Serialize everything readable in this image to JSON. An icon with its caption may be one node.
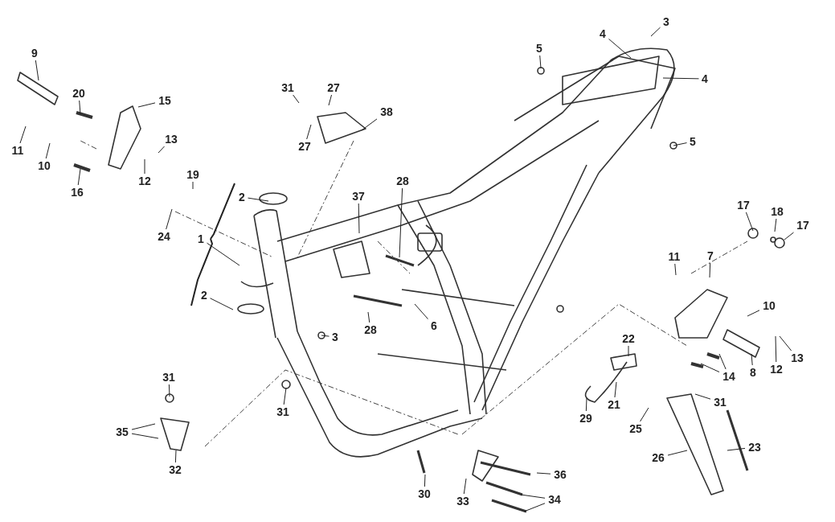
{
  "diagram": {
    "nodes": [
      {
        "text": [
          "9"
        ]
      },
      {
        "text": [
          "20"
        ]
      },
      {
        "text": [
          "15"
        ]
      },
      {
        "text": [
          "11"
        ]
      },
      {
        "text": [
          "10"
        ]
      },
      {
        "text": [
          "13"
        ]
      },
      {
        "text": [
          "12"
        ]
      },
      {
        "text": [
          "16"
        ]
      },
      {
        "text": [
          "19"
        ]
      },
      {
        "text": [
          "2"
        ]
      },
      {
        "text": [
          "24"
        ]
      },
      {
        "text": [
          "1"
        ]
      },
      {
        "text": [
          "2"
        ]
      },
      {
        "text": [
          "31"
        ]
      },
      {
        "text": [
          "27"
        ]
      },
      {
        "text": [
          "38"
        ]
      },
      {
        "text": [
          "27"
        ]
      },
      {
        "text": [
          "37"
        ]
      },
      {
        "text": [
          "28"
        ]
      },
      {
        "text": [
          "6"
        ]
      },
      {
        "text": [
          "28"
        ]
      },
      {
        "text": [
          "3"
        ]
      },
      {
        "text": [
          "4"
        ]
      },
      {
        "text": [
          "3"
        ]
      },
      {
        "text": [
          "5"
        ]
      },
      {
        "text": [
          "4"
        ]
      },
      {
        "text": [
          "5"
        ]
      },
      {
        "text": [
          "17"
        ]
      },
      {
        "text": [
          "18"
        ]
      },
      {
        "text": [
          "17"
        ]
      },
      {
        "text": [
          "11"
        ]
      },
      {
        "text": [
          "7"
        ]
      },
      {
        "text": [
          "10"
        ]
      },
      {
        "text": [
          "13"
        ]
      },
      {
        "text": [
          "12"
        ]
      },
      {
        "text": [
          "8"
        ]
      },
      {
        "text": [
          "14"
        ]
      },
      {
        "text": [
          "22"
        ]
      },
      {
        "text": [
          "21"
        ]
      },
      {
        "text": [
          "29"
        ]
      },
      {
        "text": [
          "31"
        ]
      },
      {
        "text": [
          "25"
        ]
      },
      {
        "text": [
          "26"
        ]
      },
      {
        "text": [
          "23"
        ]
      },
      {
        "text": [
          "31"
        ]
      },
      {
        "text": [
          "35"
        ]
      },
      {
        "text": [
          "32"
        ]
      },
      {
        "text": [
          "31"
        ]
      },
      {
        "text": [
          "30"
        ]
      },
      {
        "text": [
          "33"
        ]
      },
      {
        "text": [
          "36"
        ]
      },
      {
        "text": [
          "34"
        ]
      }
    ],
    "edges": [
      {
        "from": 0,
        "to": null,
        "arrow": "none"
      },
      {
        "from": 1,
        "to": null,
        "arrow": "none"
      },
      {
        "from": 2,
        "to": null,
        "arrow": "none"
      },
      {
        "from": 3,
        "to": null,
        "arrow": "none"
      },
      {
        "from": 4,
        "to": null,
        "arrow": "none"
      },
      {
        "from": 5,
        "to": null,
        "arrow": "none"
      },
      {
        "from": 6,
        "to": null,
        "arrow": "none"
      },
      {
        "from": 7,
        "to": null,
        "arrow": "none"
      },
      {
        "from": 8,
        "to": null,
        "arrow": "none"
      },
      {
        "from": 9,
        "to": null,
        "arrow": "none"
      },
      {
        "from": 10,
        "to": null,
        "arrow": "none"
      },
      {
        "from": 11,
        "to": null,
        "arrow": "none"
      },
      {
        "from": 12,
        "to": null,
        "arrow": "none"
      },
      {
        "from": 13,
        "to": null,
        "arrow": "none"
      },
      {
        "from": 14,
        "to": null,
        "arrow": "none"
      },
      {
        "from": 15,
        "to": null,
        "arrow": "none"
      },
      {
        "from": 16,
        "to": null,
        "arrow": "none"
      },
      {
        "from": 17,
        "to": null,
        "arrow": "none"
      },
      {
        "from": 18,
        "to": null,
        "arrow": "none"
      },
      {
        "from": 19,
        "to": null,
        "arrow": "none"
      },
      {
        "from": 20,
        "to": null,
        "arrow": "none"
      },
      {
        "from": 21,
        "to": null,
        "arrow": "none"
      },
      {
        "from": 22,
        "to": null,
        "arrow": "none"
      },
      {
        "from": 23,
        "to": null,
        "arrow": "none"
      },
      {
        "from": 24,
        "to": null,
        "arrow": "none"
      },
      {
        "from": 25,
        "to": null,
        "arrow": "none"
      },
      {
        "from": 26,
        "to": null,
        "arrow": "none"
      },
      {
        "from": 27,
        "to": null,
        "arrow": "none"
      },
      {
        "from": 28,
        "to": null,
        "arrow": "none"
      },
      {
        "from": 29,
        "to": null,
        "arrow": "none"
      },
      {
        "from": 30,
        "to": null,
        "arrow": "none"
      },
      {
        "from": 31,
        "to": null,
        "arrow": "none"
      },
      {
        "from": 32,
        "to": null,
        "arrow": "none"
      },
      {
        "from": 33,
        "to": null,
        "arrow": "none"
      },
      {
        "from": 34,
        "to": null,
        "arrow": "none"
      },
      {
        "from": 35,
        "to": null,
        "arrow": "none"
      },
      {
        "from": 36,
        "to": null,
        "arrow": "none"
      },
      {
        "from": 36,
        "to": null,
        "arrow": "none"
      },
      {
        "from": 37,
        "to": null,
        "arrow": "none"
      },
      {
        "from": 38,
        "to": null,
        "arrow": "none"
      },
      {
        "from": 39,
        "to": null,
        "arrow": "none"
      },
      {
        "from": 40,
        "to": null,
        "arrow": "none"
      },
      {
        "from": 41,
        "to": null,
        "arrow": "none"
      },
      {
        "from": 42,
        "to": null,
        "arrow": "none"
      },
      {
        "from": 43,
        "to": null,
        "arrow": "none"
      },
      {
        "from": 44,
        "to": null,
        "arrow": "none"
      },
      {
        "from": 45,
        "to": null,
        "arrow": "none"
      },
      {
        "from": 45,
        "to": null,
        "arrow": "none"
      },
      {
        "from": 46,
        "to": null,
        "arrow": "none"
      },
      {
        "from": 47,
        "to": null,
        "arrow": "none"
      },
      {
        "from": 48,
        "to": null,
        "arrow": "none"
      },
      {
        "from": 49,
        "to": null,
        "arrow": "none"
      },
      {
        "from": 50,
        "to": null,
        "arrow": "none"
      },
      {
        "from": 51,
        "to": null,
        "arrow": "none"
      },
      {
        "from": 51,
        "to": null,
        "arrow": "none"
      }
    ]
  }
}
